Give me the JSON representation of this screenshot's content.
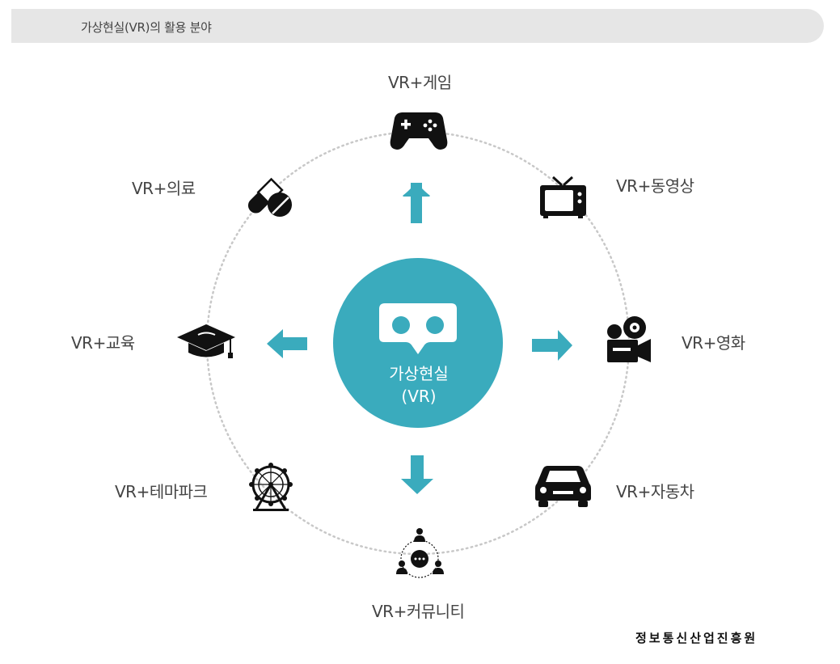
{
  "header": {
    "title": "가상현실(VR)의 활용 분야"
  },
  "center": {
    "line1": "가상현실",
    "line2": "(VR)"
  },
  "nodes": {
    "game": "VR+게임",
    "video": "VR+동영상",
    "movie": "VR+영화",
    "car": "VR+자동차",
    "community": "VR+커뮤니티",
    "themepark": "VR+테마파크",
    "education": "VR+교육",
    "medical": "VR+의료"
  },
  "icons": {
    "game": "gamepad-icon",
    "video": "tv-icon",
    "movie": "movie-camera-icon",
    "car": "car-icon",
    "community": "community-chat-icon",
    "themepark": "ferris-wheel-icon",
    "education": "graduation-cap-icon",
    "medical": "pill-icon",
    "center": "vr-headset-icon"
  },
  "colors": {
    "accent": "#3aabbd",
    "icon": "#111111",
    "ring": "#cccccc"
  },
  "source": "정보통신산업진흥원"
}
